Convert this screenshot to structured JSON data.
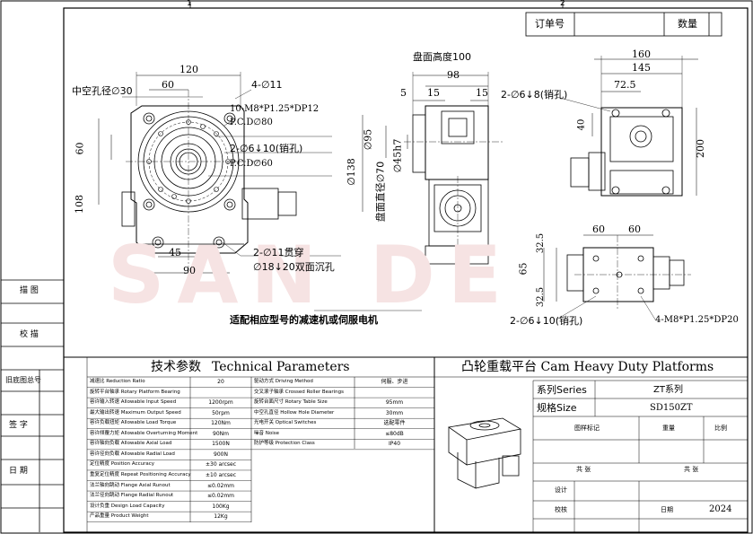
{
  "watermark": "SAN DE",
  "zones": {
    "z1": "1",
    "z2": "2"
  },
  "order_box": {
    "order_label": "订单号",
    "qty_label": "数量"
  },
  "front_view": {
    "d120": "120",
    "d60": "60",
    "hollow": "中空孔径∅30",
    "d4_11": "4-∅11",
    "m8": "10-M8*P1.25*DP12",
    "pcd80": "P.C.D∅80",
    "pin6": "2-∅6↓10(销孔)",
    "pcd60": "P.C.D∅60",
    "v60": "60",
    "v108": "108",
    "d45": "45",
    "d90": "90",
    "thru": "2-∅11贯穿",
    "cbore": "∅18↓20双面沉孔"
  },
  "side_view": {
    "height": "盘面高度100",
    "d98": "98",
    "d5": "5",
    "d15a": "15",
    "d15b": "15",
    "d95": "∅95",
    "d45h7": "∅45h7",
    "d138": "∅138",
    "plate_dia": "盘面直径∅70"
  },
  "right_view": {
    "d160": "160",
    "d145": "145",
    "d72": "72.5",
    "pin8": "2-∅6↓8(销孔)",
    "v40": "40",
    "v200": "200"
  },
  "bottom_view": {
    "d60a": "60",
    "d60b": "60",
    "v32a": "32.5",
    "v65": "65",
    "v32b": "32.5",
    "pin10": "2-∅6↓10(销孔)",
    "m8b": "4-M8*P1.25*DP20"
  },
  "motor_note": "适配相应型号的减速机或伺服电机",
  "side_labels": [
    "描 图",
    "校 描",
    "旧底图总号",
    "签 字",
    "日 期"
  ],
  "params": {
    "title_cn": "技术参数",
    "title_en": "Technical Parameters",
    "left_rows": [
      {
        "label": "减速比 Reduction Ratio",
        "value": "20"
      },
      {
        "label": "旋转平台轴承 Rotary Platform Bearing",
        "value": ""
      },
      {
        "label": "容许输入转速 Allowable Input Speed",
        "value": "1200rpm"
      },
      {
        "label": "最大输出转速 Maximum Output Speed",
        "value": "50rpm"
      },
      {
        "label": "容许负载扭矩 Allowable Load Torque",
        "value": "120Nm"
      },
      {
        "label": "容许倾覆力矩 Allowable Overturning Moment",
        "value": "90Nm"
      },
      {
        "label": "容许轴向负载 Allowable Axial Load",
        "value": "1500N"
      },
      {
        "label": "容许径向负载 Allowable Radial Load",
        "value": "900N"
      },
      {
        "label": "定位精度 Position Accuracy",
        "value": "±30 arcsec"
      },
      {
        "label": "重复定位精度 Repeat Positioning Accuracy",
        "value": "±10 arcsec"
      },
      {
        "label": "法兰轴向跳动 Flange Axial Runout",
        "value": "≤0.02mm"
      },
      {
        "label": "法兰径向跳动 Flange Radial Runout",
        "value": "≤0.02mm"
      },
      {
        "label": "设计负重 Design Load Capacity",
        "value": "100Kg"
      },
      {
        "label": "产品重量 Product Weight",
        "value": "12Kg"
      }
    ],
    "right_rows": [
      {
        "label": "驱动方式 Driving Method",
        "value": "伺服、步进"
      },
      {
        "label": "交叉滚子轴承 Crossed Roller Bearings",
        "value": ""
      },
      {
        "label": "旋转台面尺寸 Rotary Table Size",
        "value": "95mm"
      },
      {
        "label": "中空孔直径 Hollow Hole Diameter",
        "value": "30mm"
      },
      {
        "label": "光电开关 Optical Switches",
        "value": "选配零件"
      },
      {
        "label": "噪音 Noise",
        "value": "≤80dB"
      },
      {
        "label": "防护等级 Protection Class",
        "value": "IP40"
      }
    ]
  },
  "title_block": {
    "title": "凸轮重载平台 Cam Heavy Duty Platforms",
    "series_label": "系列Series",
    "series_value": "ZT系列",
    "size_label": "规格Size",
    "size_value": "SD150ZT",
    "mark_label": "图样标记",
    "weight_label": "重量",
    "ratio_label": "比例",
    "sheets_a": "共 张",
    "sheets_b": "共 张",
    "design_label": "设计",
    "check_label": "校核",
    "date_label": "日期",
    "year": "2024"
  }
}
